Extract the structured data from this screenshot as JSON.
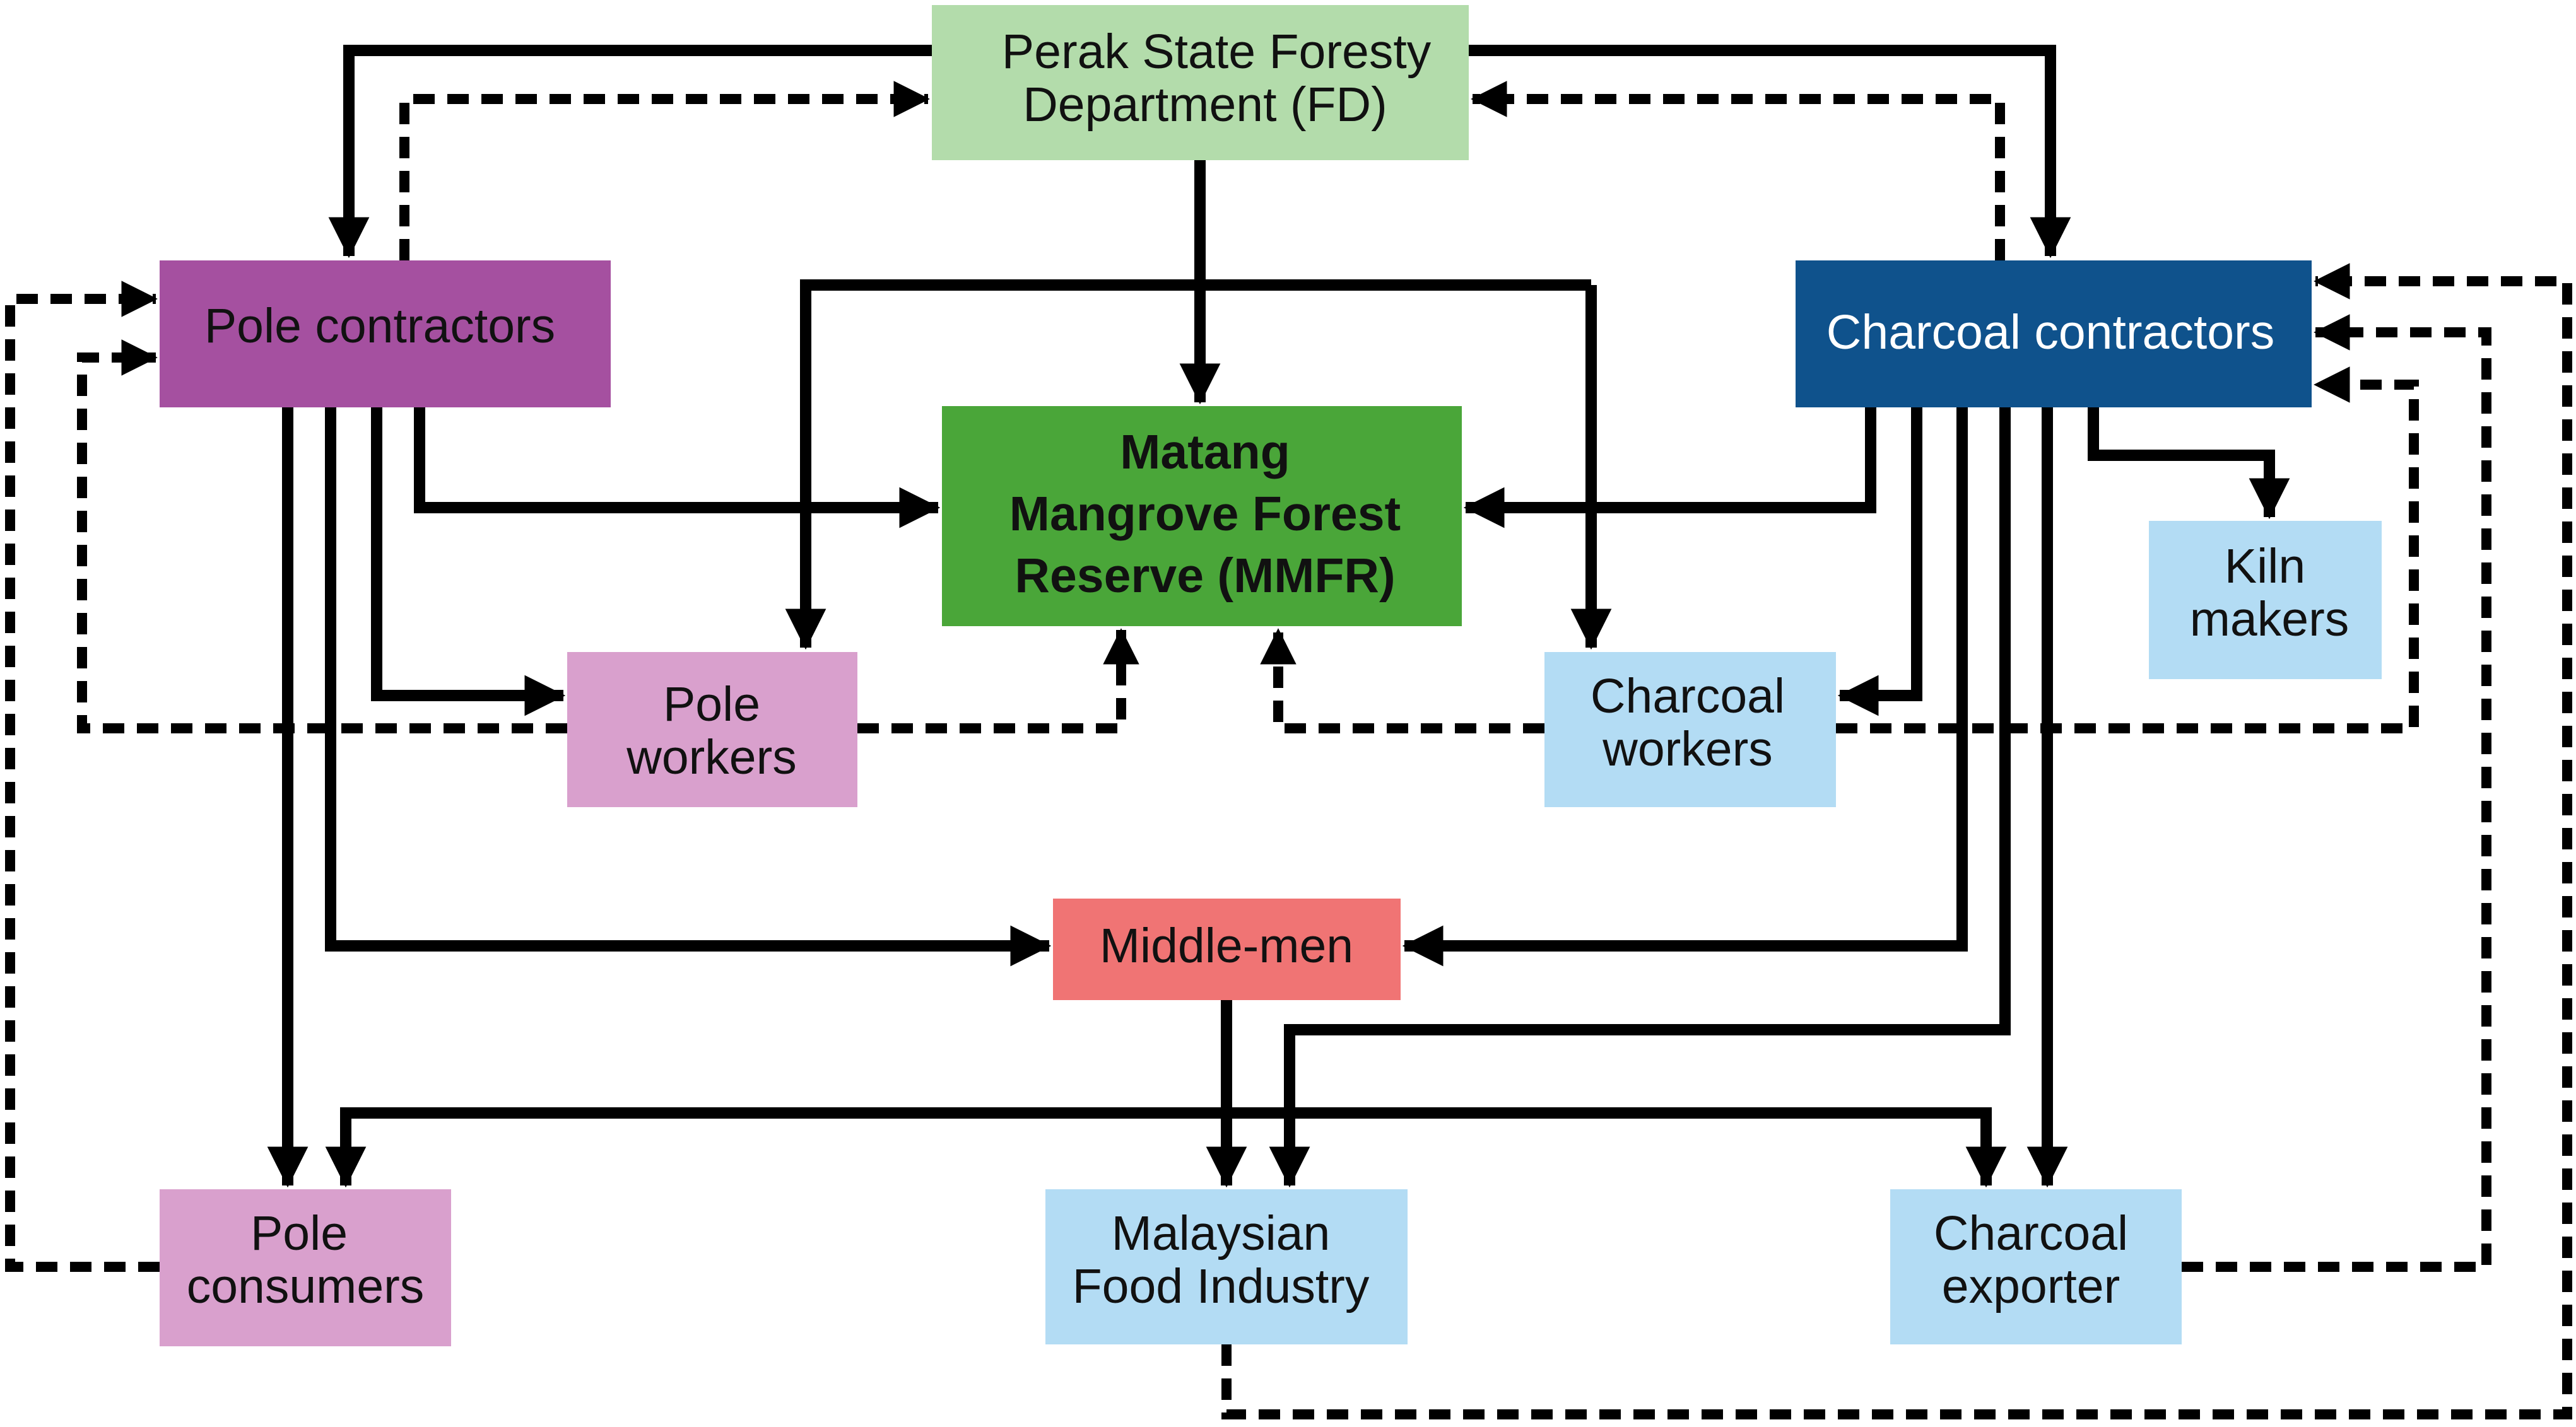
{
  "colors": {
    "forestry_dept": "#b3dcab",
    "mmfr": "#4aa639",
    "pole": "#a550a0",
    "pole_light": "#d9a0cd",
    "charcoal": "#0f528c",
    "charcoal_light": "#b3dcf4",
    "middlemen": "#f07474",
    "arrow": "#000000"
  },
  "nodes": {
    "fd": [
      "Perak State Foresty",
      "Department (FD)"
    ],
    "mmfr": [
      "Matang",
      "Mangrove Forest",
      "Reserve (MMFR)"
    ],
    "pole_contractors": [
      "Pole contractors"
    ],
    "charcoal_contractors": [
      "Charcoal contractors"
    ],
    "pole_workers": [
      "Pole",
      "workers"
    ],
    "charcoal_workers": [
      "Charcoal",
      "workers"
    ],
    "kiln_makers": [
      "Kiln",
      "makers"
    ],
    "middlemen": [
      "Middle-men"
    ],
    "pole_consumers": [
      "Pole",
      "consumers"
    ],
    "food_industry": [
      "Malaysian",
      "Food Industry"
    ],
    "charcoal_exporter": [
      "Charcoal",
      "exporter"
    ]
  },
  "legend": {
    "solid_arrow_icon": "solid-arrow-icon",
    "dashed_arrow_icon": "dashed-arrow-icon"
  }
}
